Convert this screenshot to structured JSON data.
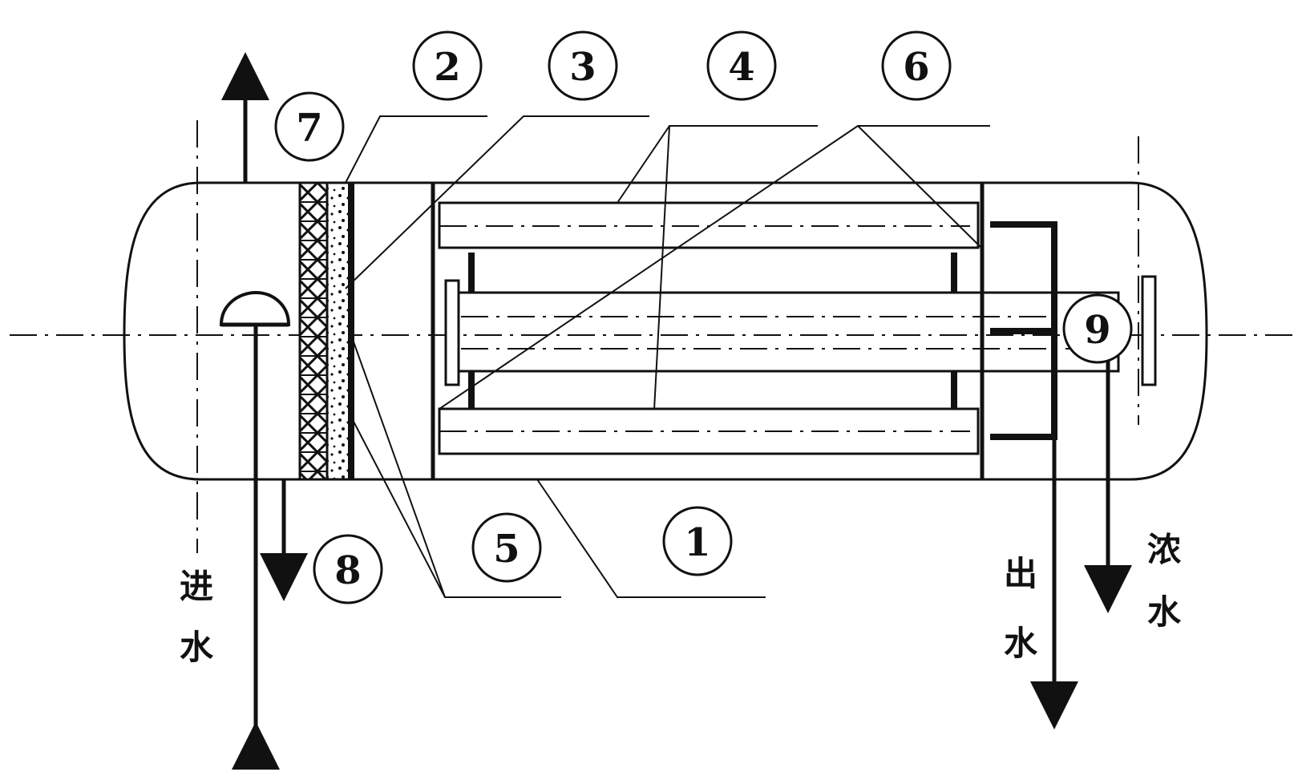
{
  "callouts": {
    "c1": "1",
    "c2": "2",
    "c3": "3",
    "c4": "4",
    "c5": "5",
    "c6": "6",
    "c7": "7",
    "c8": "8",
    "c9": "9"
  },
  "flow_labels": {
    "inlet": [
      "进",
      "水"
    ],
    "outlet": [
      "出",
      "水"
    ],
    "concentrate": [
      "浓",
      "水"
    ]
  },
  "colors": {
    "line": "#111111",
    "background": "#ffffff"
  }
}
